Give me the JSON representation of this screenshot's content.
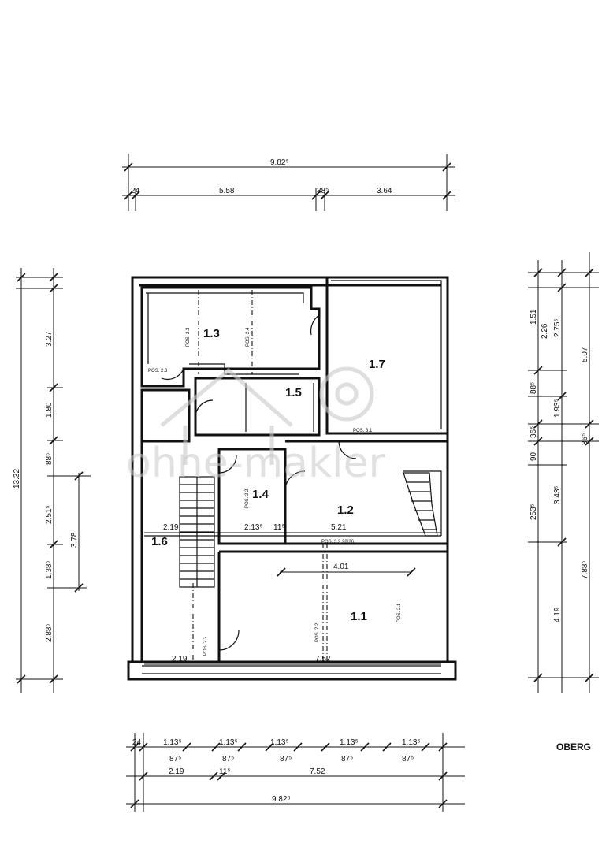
{
  "floor_label": "OBERG",
  "watermark": "ohne-makler",
  "rooms": [
    {
      "id": "1.1",
      "label": "1.1"
    },
    {
      "id": "1.2",
      "label": "1.2"
    },
    {
      "id": "1.3",
      "label": "1.3"
    },
    {
      "id": "1.4",
      "label": "1.4"
    },
    {
      "id": "1.5",
      "label": "1.5"
    },
    {
      "id": "1.6",
      "label": "1.6"
    },
    {
      "id": "1.7",
      "label": "1.7"
    }
  ],
  "positions": {
    "pos_2_3_a": "POS. 2.3",
    "pos_2_4": "POS. 2.4",
    "pos_2_3_b": "POS. 2.3",
    "pos_3_1": "POS. 3.1",
    "pos_2_2_a": "POS. 2.2",
    "pos_3_2": "POS. 3.2  28/26",
    "pos_2_2_b": "POS. 2.2",
    "pos_2_2_c": "POS. 2.2",
    "pos_2_1": "POS. 2.1"
  },
  "dims_top": {
    "overall": "9.82⁵",
    "d1": "24",
    "d2": "5.58",
    "d3": "38⁵",
    "d4": "3.64"
  },
  "dims_left": {
    "overall": "13.32",
    "d1": "3.27",
    "d2": "1.80",
    "d3": "88⁵",
    "d4": "2.51⁵",
    "d5": "1.38⁵",
    "d6": "2.88⁵",
    "d7": "3.78"
  },
  "dims_right": {
    "d1": "1.51",
    "d2": "2.26",
    "d3": "2.75⁵",
    "d4": "5.07",
    "d5": "88⁵",
    "d6": "1.93⁵",
    "d7": "36⁵",
    "d8": "36⁵",
    "d9": "90",
    "d10": "253⁵",
    "d11": "3.43⁵",
    "d12": "4.19",
    "d13": "7.88⁵"
  },
  "dims_inner": {
    "w_2_19_a": "2.19",
    "w_2_13": "2.13⁵",
    "w_11": "11⁵",
    "w_5_21": "5.21",
    "w_4_01": "4.01",
    "w_2_19_b": "2.19",
    "w_7_52": "7.52"
  },
  "dims_bottom": {
    "d24": "24",
    "w1": "1.13⁵",
    "w2": "1.13⁵",
    "w3": "1.13⁵",
    "w4": "1.13⁵",
    "w5": "1.13⁵",
    "p1": "87⁵",
    "p2": "87⁵",
    "p3": "87⁵",
    "p4": "87⁵",
    "p5": "87⁵",
    "b_2_19": "2.19",
    "b_11": "11⁵",
    "b_7_52": "7.52",
    "overall": "9.82⁵"
  }
}
